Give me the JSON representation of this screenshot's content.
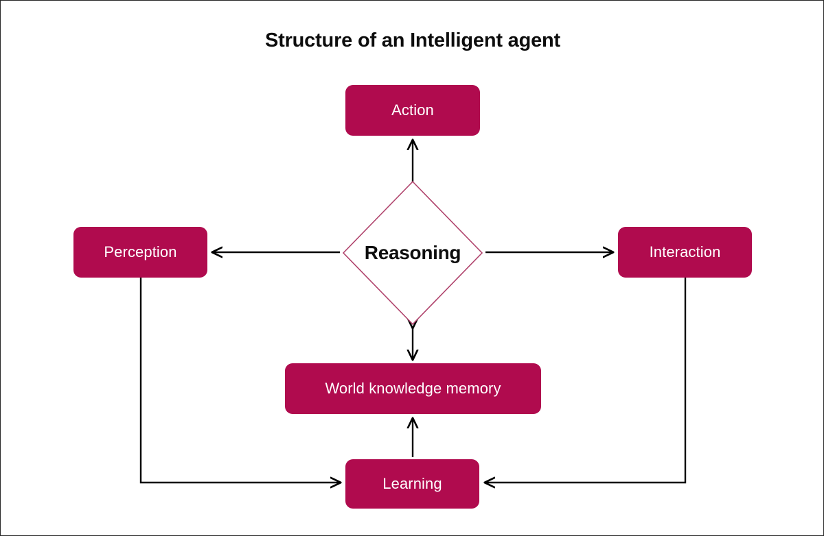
{
  "diagram": {
    "title": "Structure of an Intelligent agent",
    "colors": {
      "node_fill": "#b00b4e",
      "node_text": "#ffffff",
      "diamond_stroke": "#b0436c",
      "edge": "#000000",
      "title_text": "#0d0d0d",
      "background": "#ffffff",
      "frame_border": "#262626"
    },
    "nodes": [
      {
        "id": "action",
        "label": "Action",
        "shape": "rounded-rect"
      },
      {
        "id": "perception",
        "label": "Perception",
        "shape": "rounded-rect"
      },
      {
        "id": "reasoning",
        "label": "Reasoning",
        "shape": "diamond"
      },
      {
        "id": "interaction",
        "label": "Interaction",
        "shape": "rounded-rect"
      },
      {
        "id": "memory",
        "label": "World knowledge memory",
        "shape": "rounded-rect"
      },
      {
        "id": "learning",
        "label": "Learning",
        "shape": "rounded-rect"
      }
    ],
    "edges": [
      {
        "from": "reasoning",
        "to": "action",
        "direction": "one-way",
        "style": "straight"
      },
      {
        "from": "reasoning",
        "to": "perception",
        "direction": "one-way",
        "style": "straight"
      },
      {
        "from": "reasoning",
        "to": "interaction",
        "direction": "one-way",
        "style": "straight"
      },
      {
        "from": "reasoning",
        "to": "memory",
        "direction": "two-way",
        "style": "straight"
      },
      {
        "from": "learning",
        "to": "memory",
        "direction": "one-way",
        "style": "straight"
      },
      {
        "from": "perception",
        "to": "learning",
        "direction": "one-way",
        "style": "elbow"
      },
      {
        "from": "interaction",
        "to": "learning",
        "direction": "one-way",
        "style": "elbow"
      }
    ]
  }
}
